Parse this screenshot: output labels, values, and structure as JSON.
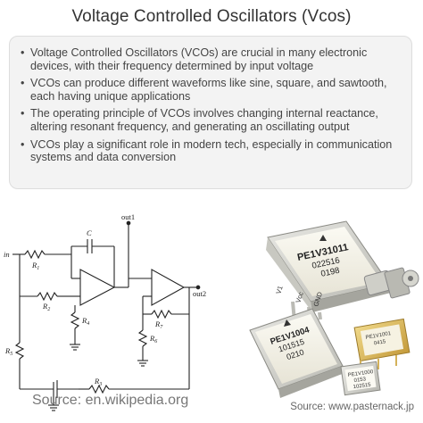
{
  "title": "Voltage Controlled Oscillators (Vcos)",
  "bullets": [
    "Voltage Controlled Oscillators (VCOs) are crucial in many electronic devices, with their frequency determined by input voltage",
    "VCOs can produce different waveforms like sine, square, and sawtooth, each having unique applications",
    "The operating principle of VCOs involves changing internal reactance, altering resonant frequency, and generating an oscillating output",
    "VCOs play a significant role in modern tech, especially in communication systems and data conversion"
  ],
  "circuit": {
    "labels": {
      "in": "in",
      "out1": "out1",
      "out2": "out2",
      "c": "C",
      "r1": "R",
      "r2": "R",
      "r3": "R",
      "r4": "R",
      "r5": "R",
      "r6": "R",
      "r7": "R",
      "s1": "1",
      "s2": "2",
      "s3": "3",
      "s4": "4",
      "s5": "5",
      "s6": "6",
      "s7": "7"
    }
  },
  "products": {
    "big_lines": [
      "PE1V31011",
      "022516",
      "0198"
    ],
    "mid_lines": [
      "PE1V1004",
      "101515",
      "0210"
    ],
    "small_gold_lines": [
      "PE1V1001",
      "0415"
    ],
    "tiny_lines": [
      "PE1V1000",
      "0153",
      "102515"
    ],
    "pins": [
      "V1",
      "Vcc",
      "GND"
    ]
  },
  "sources": {
    "left": "Source: en.wikipedia.org",
    "right": "Source: www.pasternack.jp"
  }
}
